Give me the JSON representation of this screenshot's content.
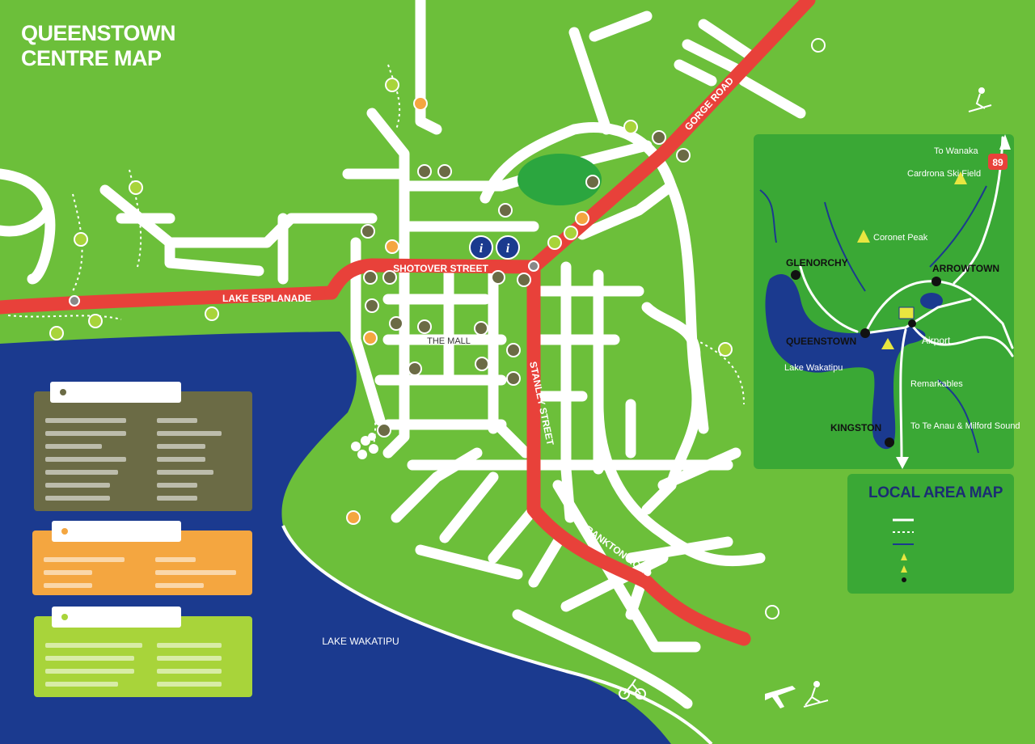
{
  "title": {
    "line1": "QUEENSTOWN",
    "line2": "CENTRE MAP"
  },
  "colors": {
    "land": "#6cbf3a",
    "lake": "#1b3a8f",
    "main_road": "#e8413a",
    "street": "#ffffff",
    "panel_services": "#6b6b45",
    "panel_places": "#f4a640",
    "panel_walking": "#a8d43a",
    "local_map_bg": "#3aa835"
  },
  "roads": {
    "lake_esplanade": "LAKE ESPLANADE",
    "shotover_street": "SHOTOVER STREET",
    "gorge_road": "GORGE ROAD",
    "stanley_street": "STANLEY STREET",
    "frankton_road": "FRANKTON ROAD",
    "the_mall": "THE MALL"
  },
  "places": {
    "lake_wakatipu": "LAKE WAKATIPU"
  },
  "panels": {
    "services": {
      "icon": "circle-icon"
    },
    "places": {
      "icon": "circle-icon"
    },
    "walking": {
      "icon": "circle-icon"
    }
  },
  "local_map": {
    "title": "LOCAL AREA  MAP",
    "towns": {
      "queenstown": "QUEENSTOWN",
      "arrowtown": "ARROWTOWN",
      "glenorchy": "GLENORCHY",
      "kingston": "KINGSTON"
    },
    "labels": {
      "airport": "Airport",
      "lake": "Lake Wakatipu",
      "to_wanaka": "To Wanaka",
      "to_te_anau": "To Te Anau & Milford Sound",
      "remarkables": "Remarkables",
      "coronet_peak": "Coronet Peak",
      "cardrona": "Cardrona Ski Field"
    },
    "route_badge": "89"
  }
}
